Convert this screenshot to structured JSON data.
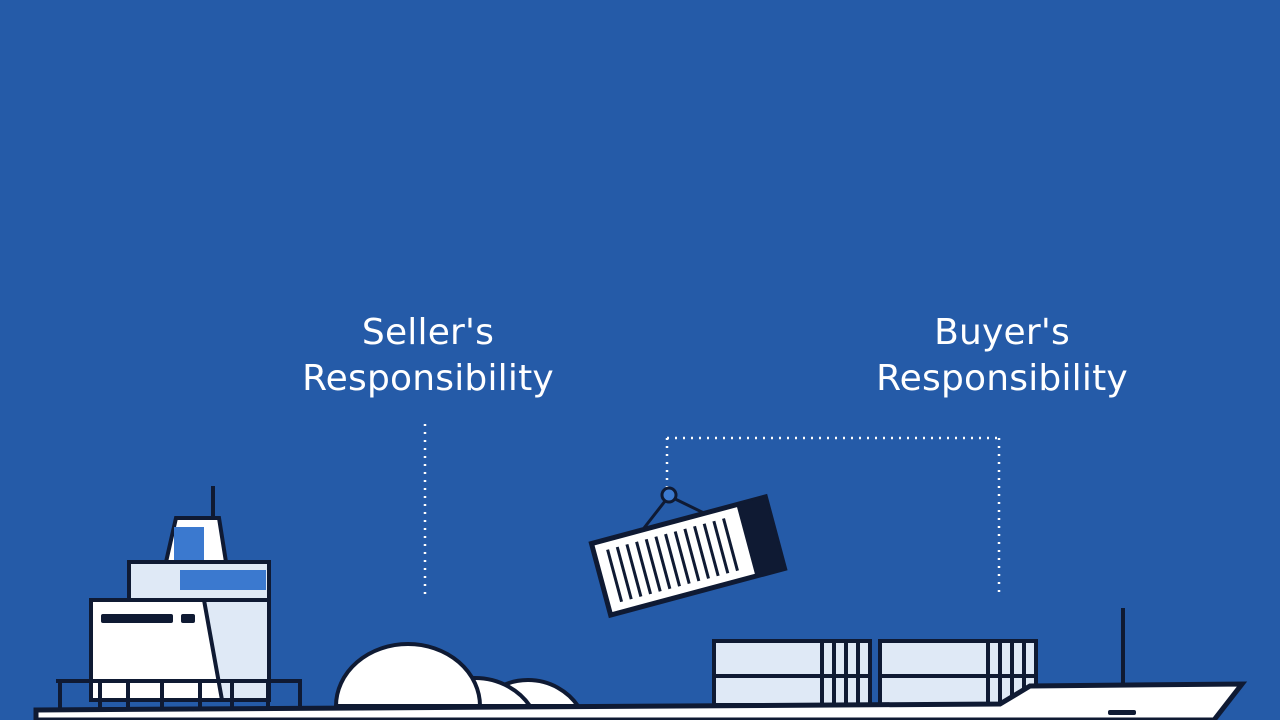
{
  "colors": {
    "background": "#255ba8",
    "outline": "#0f1a33",
    "hull_fill": "#ffffff",
    "panel_fill": "#dfe9f6",
    "accent_blue": "#3b79cf",
    "dotted_line": "#ffffff"
  },
  "labels": {
    "seller": {
      "line1": "Seller's",
      "line2": "Responsibility"
    },
    "buyer": {
      "line1": "Buyer's",
      "line2": "Responsibility"
    }
  }
}
